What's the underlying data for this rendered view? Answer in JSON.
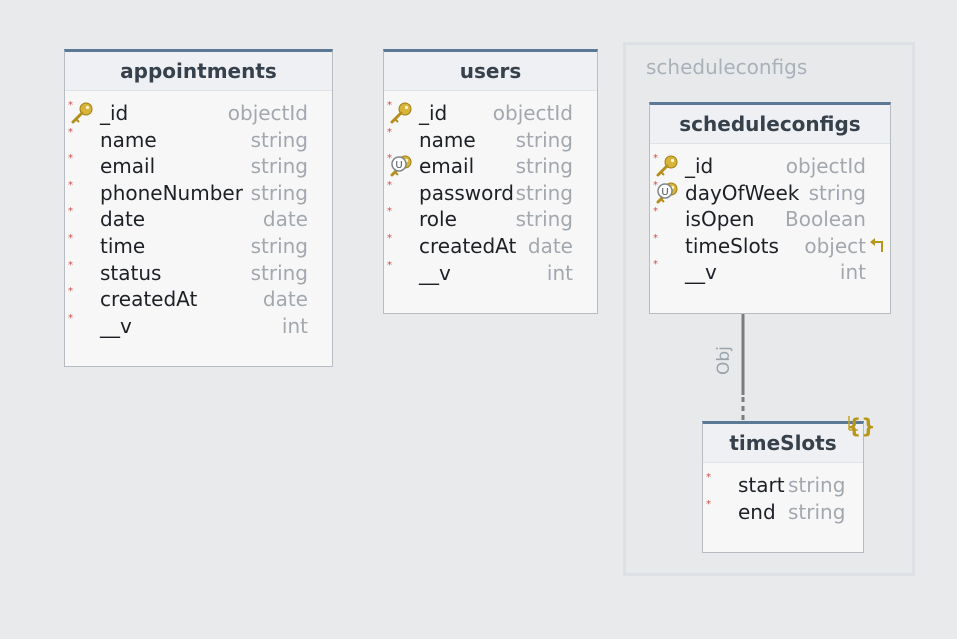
{
  "group": {
    "title": "scheduleconfigs"
  },
  "entities": {
    "appointments": {
      "title": "appointments",
      "fields": [
        {
          "name": "_id",
          "type": "objectId",
          "icon": "key-icon"
        },
        {
          "name": "name",
          "type": "string",
          "icon": ""
        },
        {
          "name": "email",
          "type": "string",
          "icon": ""
        },
        {
          "name": "phoneNumber",
          "type": "string",
          "icon": ""
        },
        {
          "name": "date",
          "type": "date",
          "icon": ""
        },
        {
          "name": "time",
          "type": "string",
          "icon": ""
        },
        {
          "name": "status",
          "type": "string",
          "icon": ""
        },
        {
          "name": "createdAt",
          "type": "date",
          "icon": ""
        },
        {
          "name": "__v",
          "type": "int",
          "icon": ""
        }
      ]
    },
    "users": {
      "title": "users",
      "fields": [
        {
          "name": "_id",
          "type": "objectId",
          "icon": "key-icon"
        },
        {
          "name": "name",
          "type": "string",
          "icon": ""
        },
        {
          "name": "email",
          "type": "string",
          "icon": "unique-key-icon"
        },
        {
          "name": "password",
          "type": "string",
          "icon": ""
        },
        {
          "name": "role",
          "type": "string",
          "icon": ""
        },
        {
          "name": "createdAt",
          "type": "date",
          "icon": ""
        },
        {
          "name": "__v",
          "type": "int",
          "icon": ""
        }
      ]
    },
    "scheduleconfigs": {
      "title": "scheduleconfigs",
      "fields": [
        {
          "name": "_id",
          "type": "objectId",
          "icon": "key-icon"
        },
        {
          "name": "dayOfWeek",
          "type": "string",
          "icon": "unique-key-icon"
        },
        {
          "name": "isOpen",
          "type": "Boolean",
          "icon": ""
        },
        {
          "name": "timeSlots",
          "type": "object",
          "icon": "",
          "sub": "subdocument-arrow-icon"
        },
        {
          "name": "__v",
          "type": "int",
          "icon": ""
        }
      ]
    },
    "timeSlots": {
      "title": "timeSlots",
      "fields": [
        {
          "name": "start",
          "type": "string",
          "icon": ""
        },
        {
          "name": "end",
          "type": "string",
          "icon": ""
        }
      ]
    }
  },
  "relation": {
    "label": "Obj",
    "badge": "{}"
  },
  "colors": {
    "header_border": "#5b7896",
    "key": "#c9a227",
    "mandatory": "#d24b4b",
    "type_text": "#a2a8ae",
    "connector": "#7c7c7c"
  }
}
